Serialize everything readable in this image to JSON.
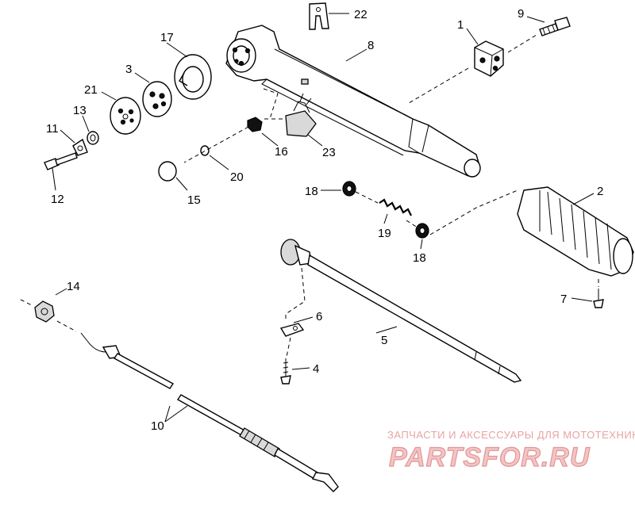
{
  "callouts": {
    "c1": "1",
    "c2": "2",
    "c3": "3",
    "c4": "4",
    "c5": "5",
    "c6": "6",
    "c7": "7",
    "c8": "8",
    "c9": "9",
    "c10": "10",
    "c11": "11",
    "c12": "12",
    "c13": "13",
    "c14": "14",
    "c15": "15",
    "c16": "16",
    "c17": "17",
    "c18a": "18",
    "c18b": "18",
    "c19": "19",
    "c20": "20",
    "c21": "21",
    "c22": "22",
    "c23": "23"
  },
  "watermark": {
    "tagline": "ЗАПЧАСТИ И АКСЕССУАРЫ ДЛЯ МОТОТЕХНИКИ",
    "logo": "PARTSFOR.RU",
    "color": "#e29595"
  }
}
